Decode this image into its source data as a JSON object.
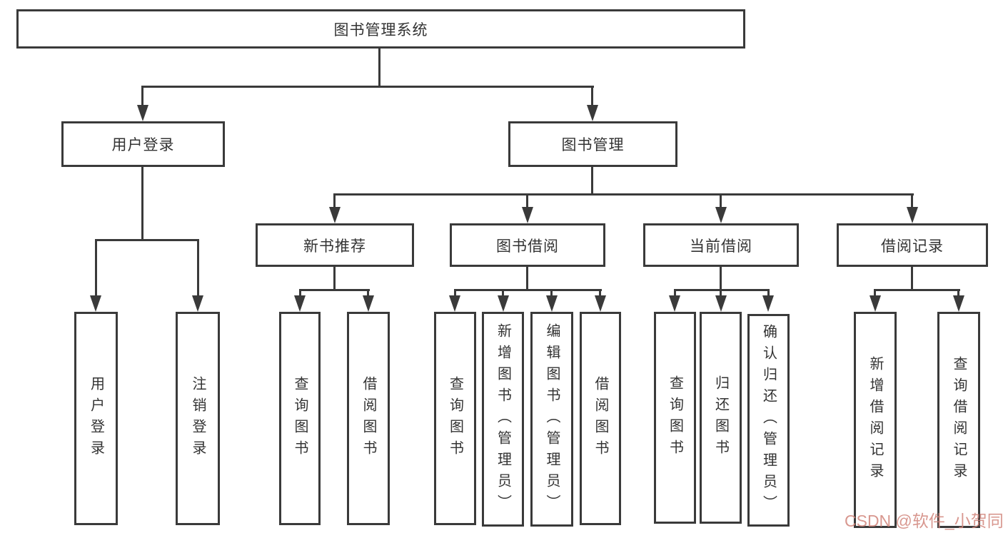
{
  "diagram": {
    "title": "图书管理系统",
    "line_color": "#3a3a3a",
    "level2": [
      {
        "label": "用户登录",
        "children": [
          "用户登录",
          "注销登录"
        ]
      },
      {
        "label": "图书管理"
      }
    ],
    "level3": [
      {
        "label": "新书推荐",
        "children": [
          "查询图书",
          "借阅图书"
        ]
      },
      {
        "label": "图书借阅",
        "children": [
          "查询图书",
          "新增图书（管理员）",
          "编辑图书（管理员）",
          "借阅图书"
        ]
      },
      {
        "label": "当前借阅",
        "children": [
          "查询图书",
          "归还图书",
          "确认归还（管理员）"
        ]
      },
      {
        "label": "借阅记录",
        "children": [
          "新增借阅记录",
          "查询借阅记录"
        ]
      }
    ]
  },
  "watermark": {
    "text": "CSDN @软件_小贺同学",
    "color": "#d2867c"
  }
}
